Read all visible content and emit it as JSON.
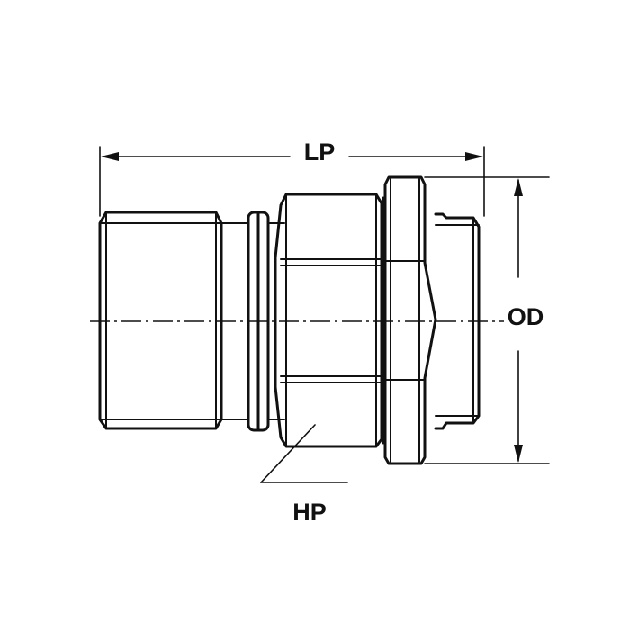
{
  "diagram": {
    "labels": {
      "lp": "LP",
      "od": "OD",
      "hp": "HP"
    },
    "colors": {
      "line": "#111111",
      "background": "#ffffff"
    }
  }
}
